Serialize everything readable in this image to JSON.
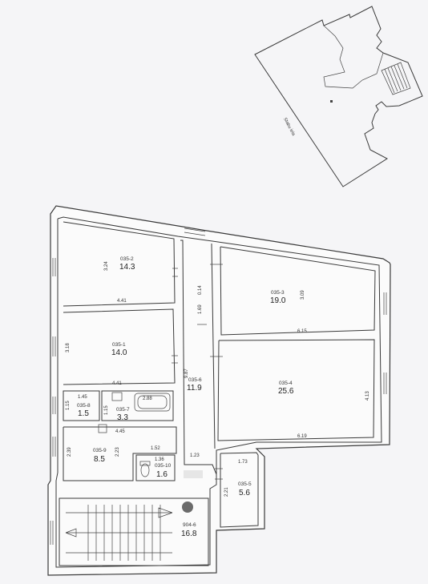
{
  "site": {
    "street_label": "Stabu iela"
  },
  "rooms": {
    "r2": {
      "code": "035-2",
      "area": "14.3"
    },
    "r3": {
      "code": "035-3",
      "area": "19.0"
    },
    "r1": {
      "code": "035-1",
      "area": "14.0"
    },
    "r6": {
      "code": "035-6",
      "area": "11.9"
    },
    "r4": {
      "code": "035-4",
      "area": "25.6"
    },
    "r8": {
      "code": "035-8",
      "area": "1.5"
    },
    "r7": {
      "code": "035-7",
      "area": "3.3"
    },
    "r9": {
      "code": "035-9",
      "area": "8.5"
    },
    "r10": {
      "code": "035-10",
      "area": "1.6"
    },
    "r5": {
      "code": "035-5",
      "area": "5.6"
    },
    "s6": {
      "code": "904-6",
      "area": "16.8"
    }
  },
  "dims": {
    "d324": "3.24",
    "d441a": "4.41",
    "d318": "3.18",
    "d441b": "4.41",
    "d014": "0.14",
    "d169": "1.69",
    "d309": "3.09",
    "d615": "6.15",
    "d987": "9.87",
    "d413": "4.13",
    "d619": "6.19",
    "d145": "1.45",
    "d115a": "1.15",
    "d115b": "1.15",
    "d288": "2.88",
    "d445": "4.45",
    "d239": "2.39",
    "d223": "2.23",
    "d152": "1.52",
    "d136": "1.36",
    "d123": "1.23",
    "d173": "1.73",
    "d221": "2.21"
  }
}
